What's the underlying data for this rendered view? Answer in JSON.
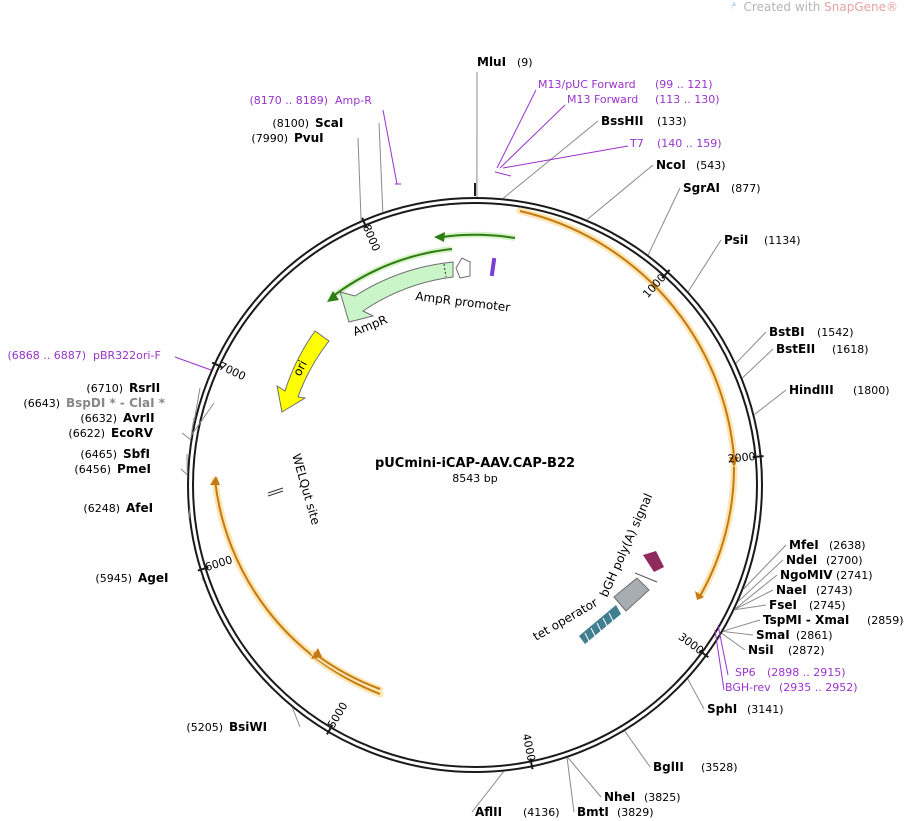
{
  "watermark": {
    "prefix": "Created with ",
    "brand": "SnapGene®"
  },
  "plasmid": {
    "name": "pUCmini-iCAP-AAV.CAP-B22",
    "length_label": "8543 bp"
  },
  "ring_ticks": [
    {
      "label": "1000",
      "bp": 1000
    },
    {
      "label": "2000",
      "bp": 2000
    },
    {
      "label": "3000",
      "bp": 3000
    },
    {
      "label": "4000",
      "bp": 4000
    },
    {
      "label": "5000",
      "bp": 5000
    },
    {
      "label": "6000",
      "bp": 6000
    },
    {
      "label": "7000",
      "bp": 7000
    },
    {
      "label": "8000",
      "bp": 8000
    }
  ],
  "sites": [
    {
      "name": "MluI",
      "pos": "(9)",
      "bp": 9
    },
    {
      "name": "BssHII",
      "pos": "(133)",
      "bp": 133
    },
    {
      "name": "NcoI",
      "pos": "(543)",
      "bp": 543
    },
    {
      "name": "SgrAI",
      "pos": "(877)",
      "bp": 877
    },
    {
      "name": "PsiI",
      "pos": "(1134)",
      "bp": 1134
    },
    {
      "name": "BstBI",
      "pos": "(1542)",
      "bp": 1542
    },
    {
      "name": "BstEII",
      "pos": "(1618)",
      "bp": 1618
    },
    {
      "name": "HindIII",
      "pos": "(1800)",
      "bp": 1800
    },
    {
      "name": "MfeI",
      "pos": "(2638)",
      "bp": 2638
    },
    {
      "name": "NdeI",
      "pos": "(2700)",
      "bp": 2700
    },
    {
      "name": "NgoMIV",
      "pos": "(2741)",
      "bp": 2741
    },
    {
      "name": "NaeI",
      "pos": "(2743)",
      "bp": 2743
    },
    {
      "name": "FseI",
      "pos": "(2745)",
      "bp": 2745
    },
    {
      "name": "TspMI",
      "name2": "XmaI",
      "pos": "(2859)",
      "bp": 2859
    },
    {
      "name": "SmaI",
      "pos": "(2861)",
      "bp": 2861
    },
    {
      "name": "NsiI",
      "pos": "(2872)",
      "bp": 2872
    },
    {
      "name": "SphI",
      "pos": "(3141)",
      "bp": 3141
    },
    {
      "name": "BglII",
      "pos": "(3528)",
      "bp": 3528
    },
    {
      "name": "NheI",
      "pos": "(3825)",
      "bp": 3825
    },
    {
      "name": "BmtI",
      "pos": "(3829)",
      "bp": 3829
    },
    {
      "name": "AflII",
      "pos": "(4136)",
      "bp": 4136
    },
    {
      "name": "BsiWI",
      "pos": "(5205)",
      "bp": 5205
    },
    {
      "name": "AgeI",
      "pos": "(5945)",
      "bp": 5945
    },
    {
      "name": "AfeI",
      "pos": "(6248)",
      "bp": 6248
    },
    {
      "name": "PmeI",
      "pos": "(6456)",
      "bp": 6456
    },
    {
      "name": "SbfI",
      "pos": "(6465)",
      "bp": 6465
    },
    {
      "name": "EcoRV",
      "pos": "(6622)",
      "bp": 6622
    },
    {
      "name": "AvrII",
      "pos": "(6632)",
      "bp": 6632
    },
    {
      "name": "BspDI * - ClaI *",
      "pos": "(6643)",
      "bp": 6643,
      "gray": true
    },
    {
      "name": "RsrII",
      "pos": "(6710)",
      "bp": 6710
    },
    {
      "name": "PvuI",
      "pos": "(7990)",
      "bp": 7990
    },
    {
      "name": "ScaI",
      "pos": "(8100)",
      "bp": 8100
    }
  ],
  "primers": [
    {
      "name": "M13/pUC Forward",
      "range": "(99 .. 121)"
    },
    {
      "name": "M13 Forward",
      "range": "(113 .. 130)"
    },
    {
      "name": "T7",
      "range": "(140 .. 159)"
    },
    {
      "name": "SP6",
      "range": "(2898 .. 2915)"
    },
    {
      "name": "BGH-rev",
      "range": "(2935 .. 2952)"
    },
    {
      "name": "pBR322ori-F",
      "range": "(6868 .. 6887)"
    },
    {
      "name": "Amp-R",
      "range": "(8170 .. 8189)"
    }
  ],
  "features": [
    {
      "name": "AmpR promoter",
      "color": "#ffffff"
    },
    {
      "name": "AmpR",
      "color": "#c9f5c9"
    },
    {
      "name": "ori",
      "color": "#ffff00"
    },
    {
      "name": "WELQut site",
      "color": "#ffffff"
    },
    {
      "name": "tet operator",
      "color": "#3f7f8f"
    },
    {
      "name": "bGH poly(A) signal",
      "color": "#a8adb3"
    }
  ],
  "colors": {
    "primer": "#9933cc",
    "orf_orange": "#f0a020",
    "orf_green": "#2e7d12",
    "backbone": "#1a1a1a",
    "polyA_marker": "#8e2a5e"
  }
}
